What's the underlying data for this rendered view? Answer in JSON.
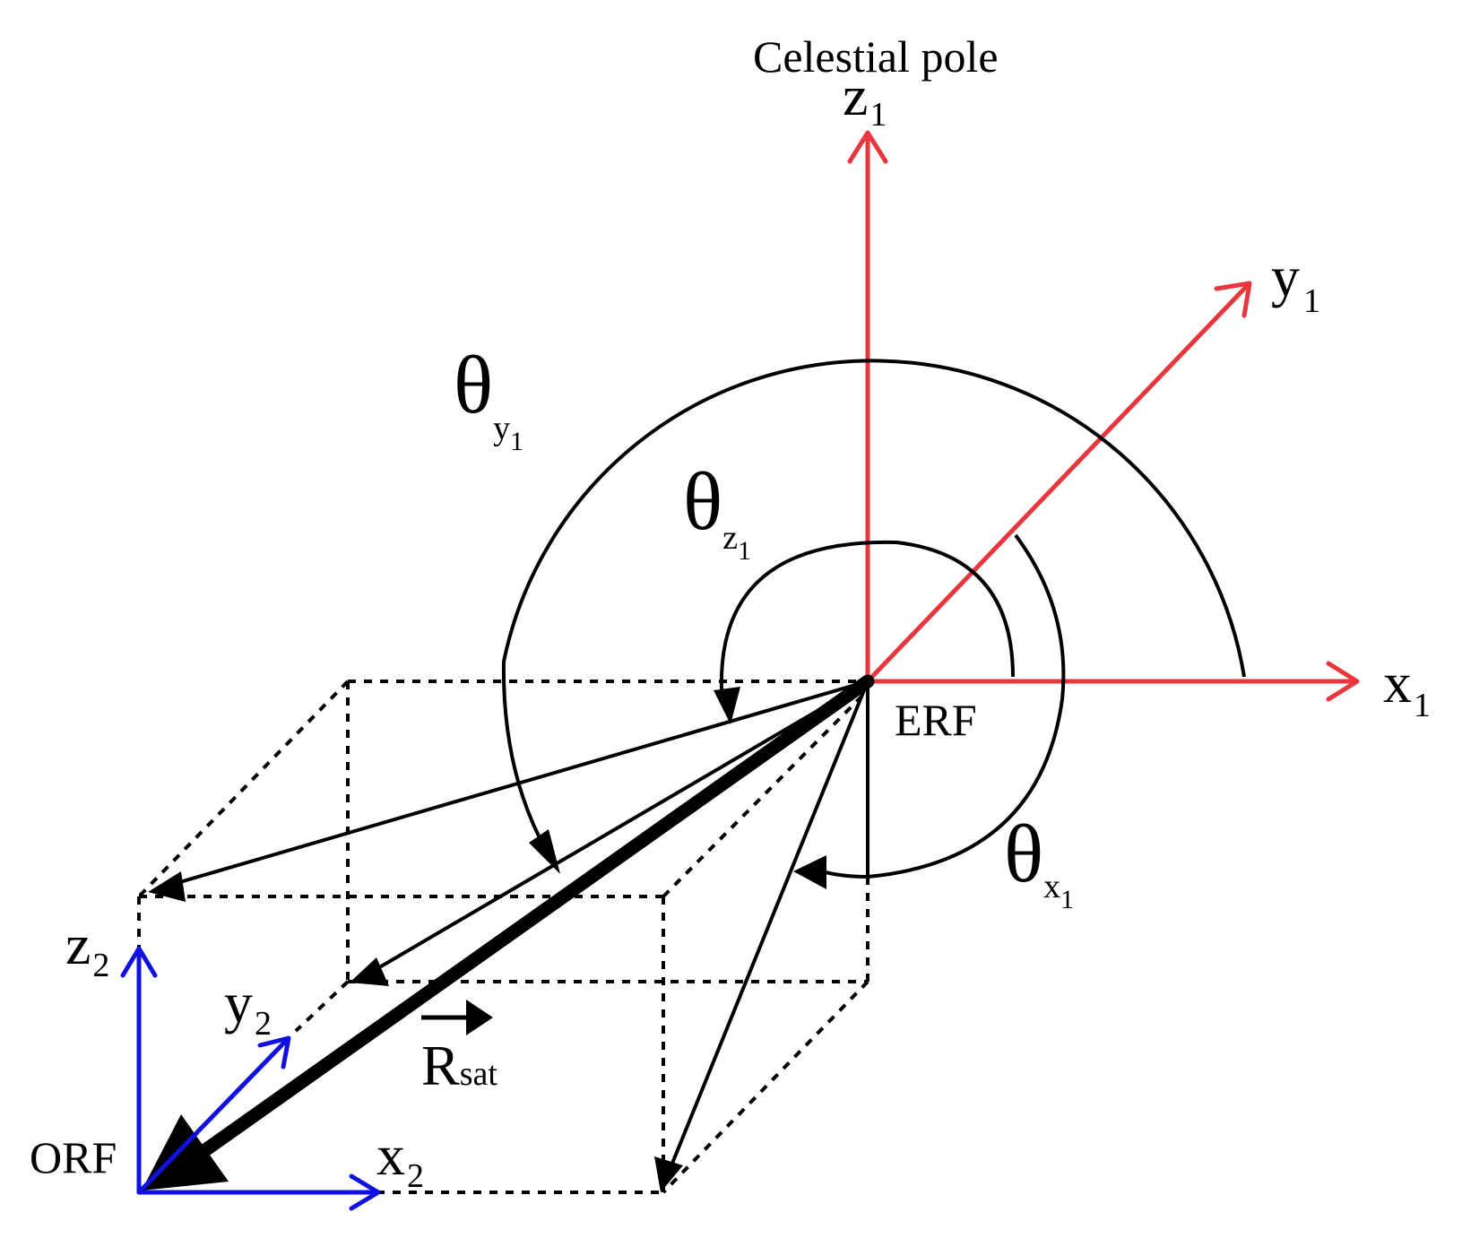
{
  "title": "Celestial pole",
  "colors": {
    "erf_axes": "#e8363d",
    "orf_axes": "#1010e0",
    "lines": "#000000"
  },
  "erf": {
    "label": "ERF",
    "x_axis": {
      "base": "x",
      "sub": "1"
    },
    "y_axis": {
      "base": "y",
      "sub": "1"
    },
    "z_axis": {
      "base": "z",
      "sub": "1"
    }
  },
  "orf": {
    "label": "ORF",
    "x_axis": {
      "base": "x",
      "sub": "2"
    },
    "y_axis": {
      "base": "y",
      "sub": "2"
    },
    "z_axis": {
      "base": "z",
      "sub": "2"
    }
  },
  "angles": {
    "theta_x": {
      "symbol": "θ",
      "sub": "x",
      "subsub": "1"
    },
    "theta_y": {
      "symbol": "θ",
      "sub": "y",
      "subsub": "1"
    },
    "theta_z": {
      "symbol": "θ",
      "sub": "z",
      "subsub": "1"
    }
  },
  "vector": {
    "base": "R",
    "sub": "sat"
  }
}
